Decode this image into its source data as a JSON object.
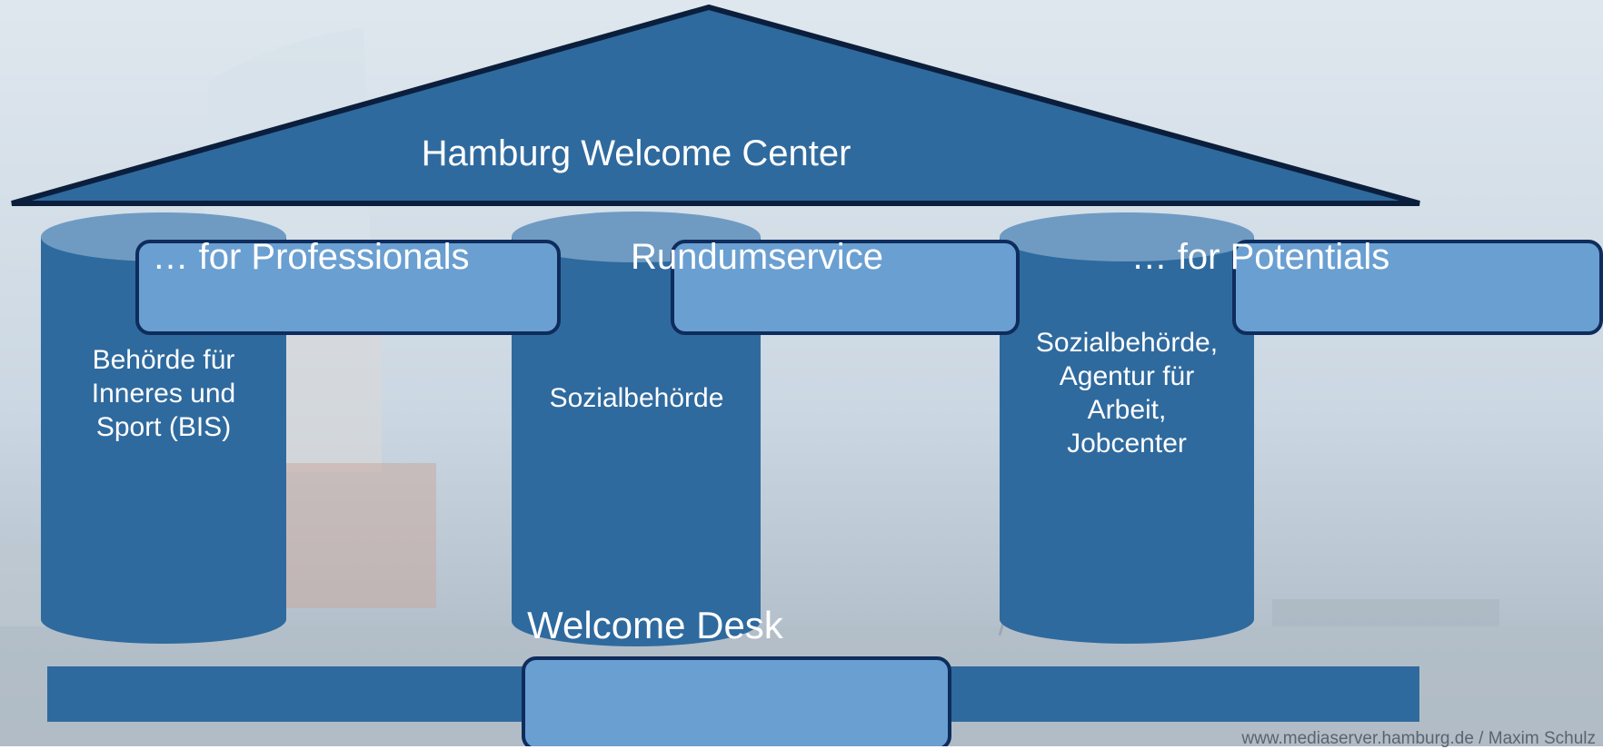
{
  "roof": {
    "title": "Hamburg Welcome Center"
  },
  "pillars": [
    {
      "label": "… for Professionals",
      "text": "Behörde für\nInneres und\nSport (BIS)"
    },
    {
      "label": "Rundumservice",
      "text": "Sozialbehörde"
    },
    {
      "label": "… for Potentials",
      "text": "Sozialbehörde,\nAgentur für\nArbeit,\nJobcenter"
    }
  ],
  "foundation": {
    "label": "Welcome Desk"
  },
  "credit": "www.mediaserver.hamburg.de / Maxim Schulz",
  "colors": {
    "shape_fill": "#2f6a9e",
    "shape_top": "#6f9bc3",
    "label_fill": "#6a9fd1",
    "label_border": "#0e2c5c",
    "text": "#ffffff",
    "background": "#c9d6e2"
  }
}
